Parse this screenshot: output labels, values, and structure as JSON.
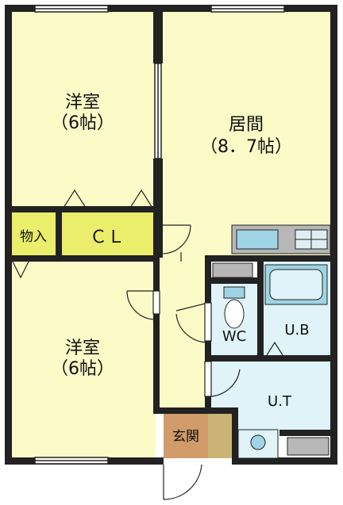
{
  "rooms": {
    "western_room_top": {
      "name": "洋室",
      "size": "（6帖）"
    },
    "living_room": {
      "name": "居間",
      "size": "（8．7帖）"
    },
    "storage": {
      "name": "物入"
    },
    "closet": {
      "name": "ＣＬ"
    },
    "western_room_bottom": {
      "name": "洋室",
      "size": "（6帖）"
    },
    "toilet": {
      "name": "WC"
    },
    "bathroom": {
      "name": "U.B"
    },
    "utility": {
      "name": "U.T"
    },
    "entrance": {
      "name": "玄関"
    }
  },
  "colors": {
    "wall": "#222222",
    "room_fill": "#fbfbc8",
    "closet_fill": "#eaee6a",
    "wet_area_fill": "#dff3f8",
    "entrance_fill": "#d29b6a",
    "shoe_box_fill": "#c9b476",
    "fixture_gray": "#b7b7b7",
    "fixture_blue": "#9fd4e4"
  }
}
